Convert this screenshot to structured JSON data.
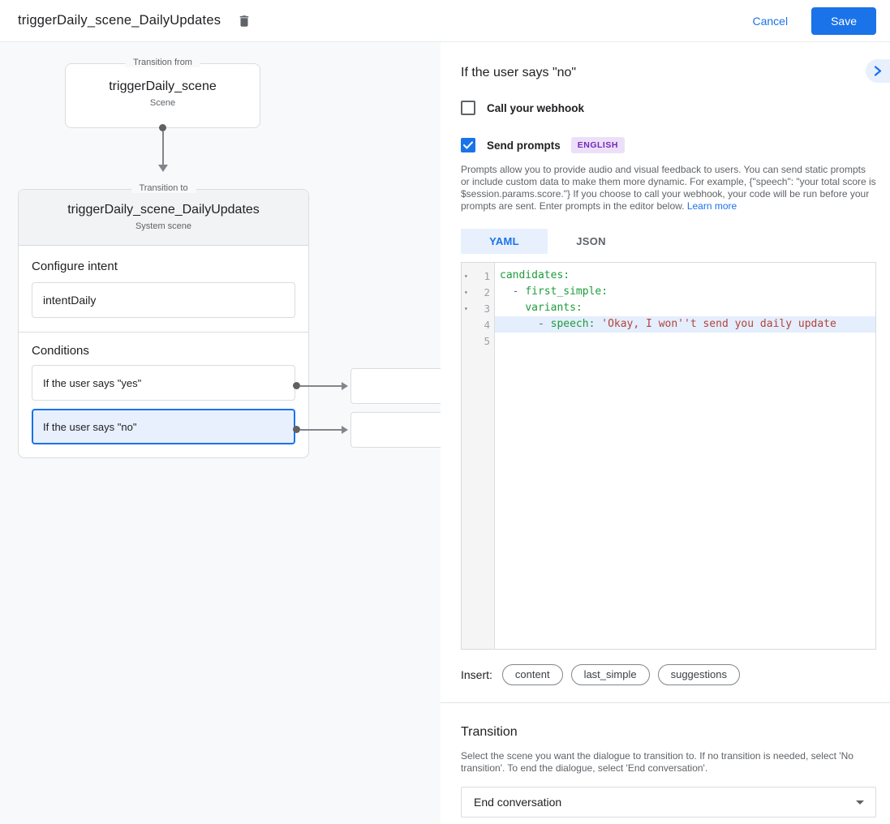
{
  "topbar": {
    "title": "triggerDaily_scene_DailyUpdates",
    "cancel_label": "Cancel",
    "save_label": "Save"
  },
  "diagram": {
    "from_card": {
      "legend": "Transition from",
      "title": "triggerDaily_scene",
      "subtitle": "Scene"
    },
    "to_card": {
      "legend": "Transition to",
      "title": "triggerDaily_scene_DailyUpdates",
      "subtitle": "System scene",
      "configure_intent_label": "Configure intent",
      "intent_value": "intentDaily",
      "conditions_label": "Conditions",
      "conditions": [
        {
          "label": "If the user says \"yes\"",
          "selected": false
        },
        {
          "label": "If the user says \"no\"",
          "selected": true
        }
      ]
    }
  },
  "panel": {
    "title": "If the user says \"no\"",
    "webhook_label": "Call your webhook",
    "send_prompts_label": "Send prompts",
    "language_badge": "ENGLISH",
    "description": "Prompts allow you to provide audio and visual feedback to users. You can send static prompts or include custom data to make them more dynamic. For example, {\"speech\": \"your total score is $session.params.score.\"} If you choose to call your webhook, your code will be run before your prompts are sent. Enter prompts in the editor below. ",
    "learn_more_label": "Learn more",
    "tabs": [
      {
        "label": "YAML",
        "active": true
      },
      {
        "label": "JSON",
        "active": false
      }
    ],
    "editor": {
      "lines": [
        {
          "num": 1,
          "fold": true,
          "highlight": false,
          "segments": [
            {
              "t": "candidates:",
              "c": "key"
            }
          ]
        },
        {
          "num": 2,
          "fold": true,
          "highlight": false,
          "segments": [
            {
              "t": "  ",
              "c": "plain"
            },
            {
              "t": "- ",
              "c": "dash"
            },
            {
              "t": "first_simple:",
              "c": "key"
            }
          ]
        },
        {
          "num": 3,
          "fold": true,
          "highlight": false,
          "segments": [
            {
              "t": "    ",
              "c": "plain"
            },
            {
              "t": "variants:",
              "c": "key"
            }
          ]
        },
        {
          "num": 4,
          "fold": false,
          "highlight": true,
          "segments": [
            {
              "t": "      ",
              "c": "plain"
            },
            {
              "t": "- ",
              "c": "dash"
            },
            {
              "t": "speech: ",
              "c": "key"
            },
            {
              "t": "'Okay, I won''t send you daily update",
              "c": "string"
            }
          ]
        },
        {
          "num": 5,
          "fold": false,
          "highlight": false,
          "segments": []
        }
      ]
    },
    "insert_label": "Insert:",
    "insert_chips": [
      "content",
      "last_simple",
      "suggestions"
    ],
    "transition": {
      "title": "Transition",
      "description": "Select the scene you want the dialogue to transition to. If no transition is needed, select 'No transition'. To end the dialogue, select 'End conversation'.",
      "selected_value": "End conversation"
    }
  },
  "colors": {
    "accent_blue": "#1a73e8",
    "selected_condition_bg": "#e8f0fe",
    "badge_bg": "#ece0f8",
    "badge_text": "#7627bc",
    "code_key_green": "#1e9c3c",
    "code_string_red": "#b3433c",
    "active_line_bg": "#e4eefc"
  }
}
